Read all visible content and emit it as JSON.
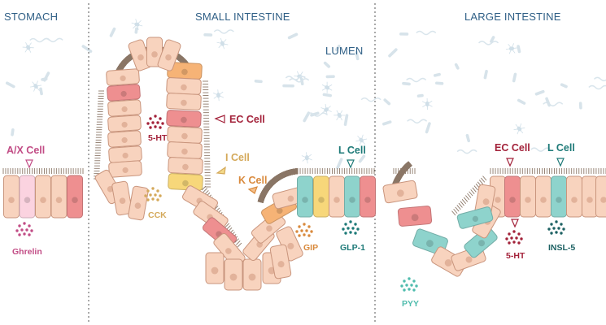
{
  "headers": {
    "stomach": "STOMACH",
    "small_intestine": "SMALL INTESTINE",
    "large_intestine": "LARGE INTESTINE",
    "lumen": "LUMEN"
  },
  "cells": {
    "ax": "A/X Cell",
    "ec_small": "EC Cell",
    "i": "I Cell",
    "k": "K Cell",
    "l_small": "L Cell",
    "ec_large": "EC Cell",
    "l_large": "L Cell"
  },
  "hormones": {
    "ghrelin": "Ghrelin",
    "serotonin_small": "5-HT",
    "cck": "CCK",
    "gip": "GIP",
    "glp1": "GLP-1",
    "serotonin_large": "5-HT",
    "insl5": "INSL-5",
    "pyy": "PYY"
  },
  "colors": {
    "header": "#2f5f86",
    "ax_cell": "#fbd3e0",
    "ec_cell": "#ee8f90",
    "i_cell": "#f7d77a",
    "k_cell": "#f6b376",
    "l_cell": "#8ed3cc",
    "ghrelin": "#c24d86",
    "serotonin": "#a3223a",
    "cck": "#d4a95a",
    "gip": "#d98a3d",
    "glp1": "#1e7a78",
    "insl5": "#1e6264",
    "pyy": "#4fbcad"
  }
}
